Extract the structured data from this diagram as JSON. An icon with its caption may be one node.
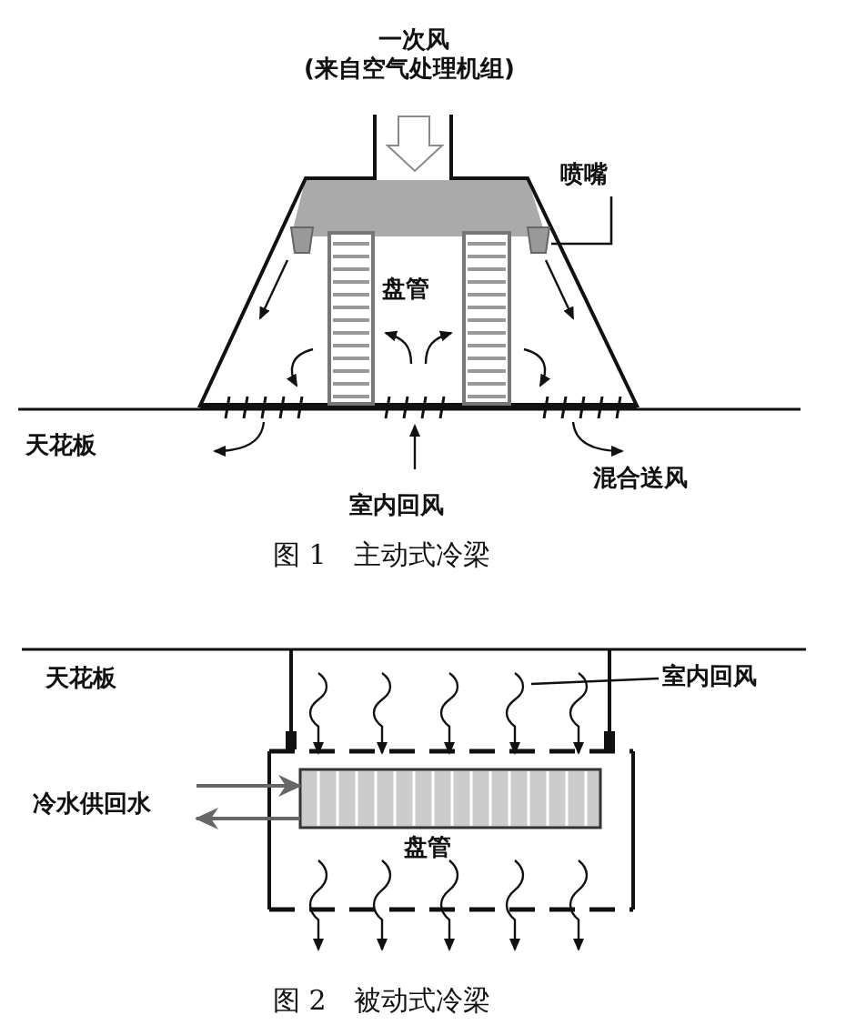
{
  "diagram": {
    "nodes": [
      {
        "text": [
          "喷嘴"
        ]
      },
      {
        "text": [],
        "shape": "box"
      },
      {
        "text": [
          "室内回风"
        ]
      }
    ],
    "edges": [
      {
        "from": 0,
        "to": 1,
        "arrow": "none"
      },
      {
        "from": 2,
        "to": null,
        "arrow": "none"
      }
    ],
    "labels": [
      "一次风",
      "(来自空气处理机组)",
      "盘管",
      "天花板",
      "混合送风",
      "室内回风",
      "图 1　主动式冷梁",
      "天花板",
      "冷水供回水",
      "盘管",
      "图 2　被动式冷梁"
    ]
  }
}
